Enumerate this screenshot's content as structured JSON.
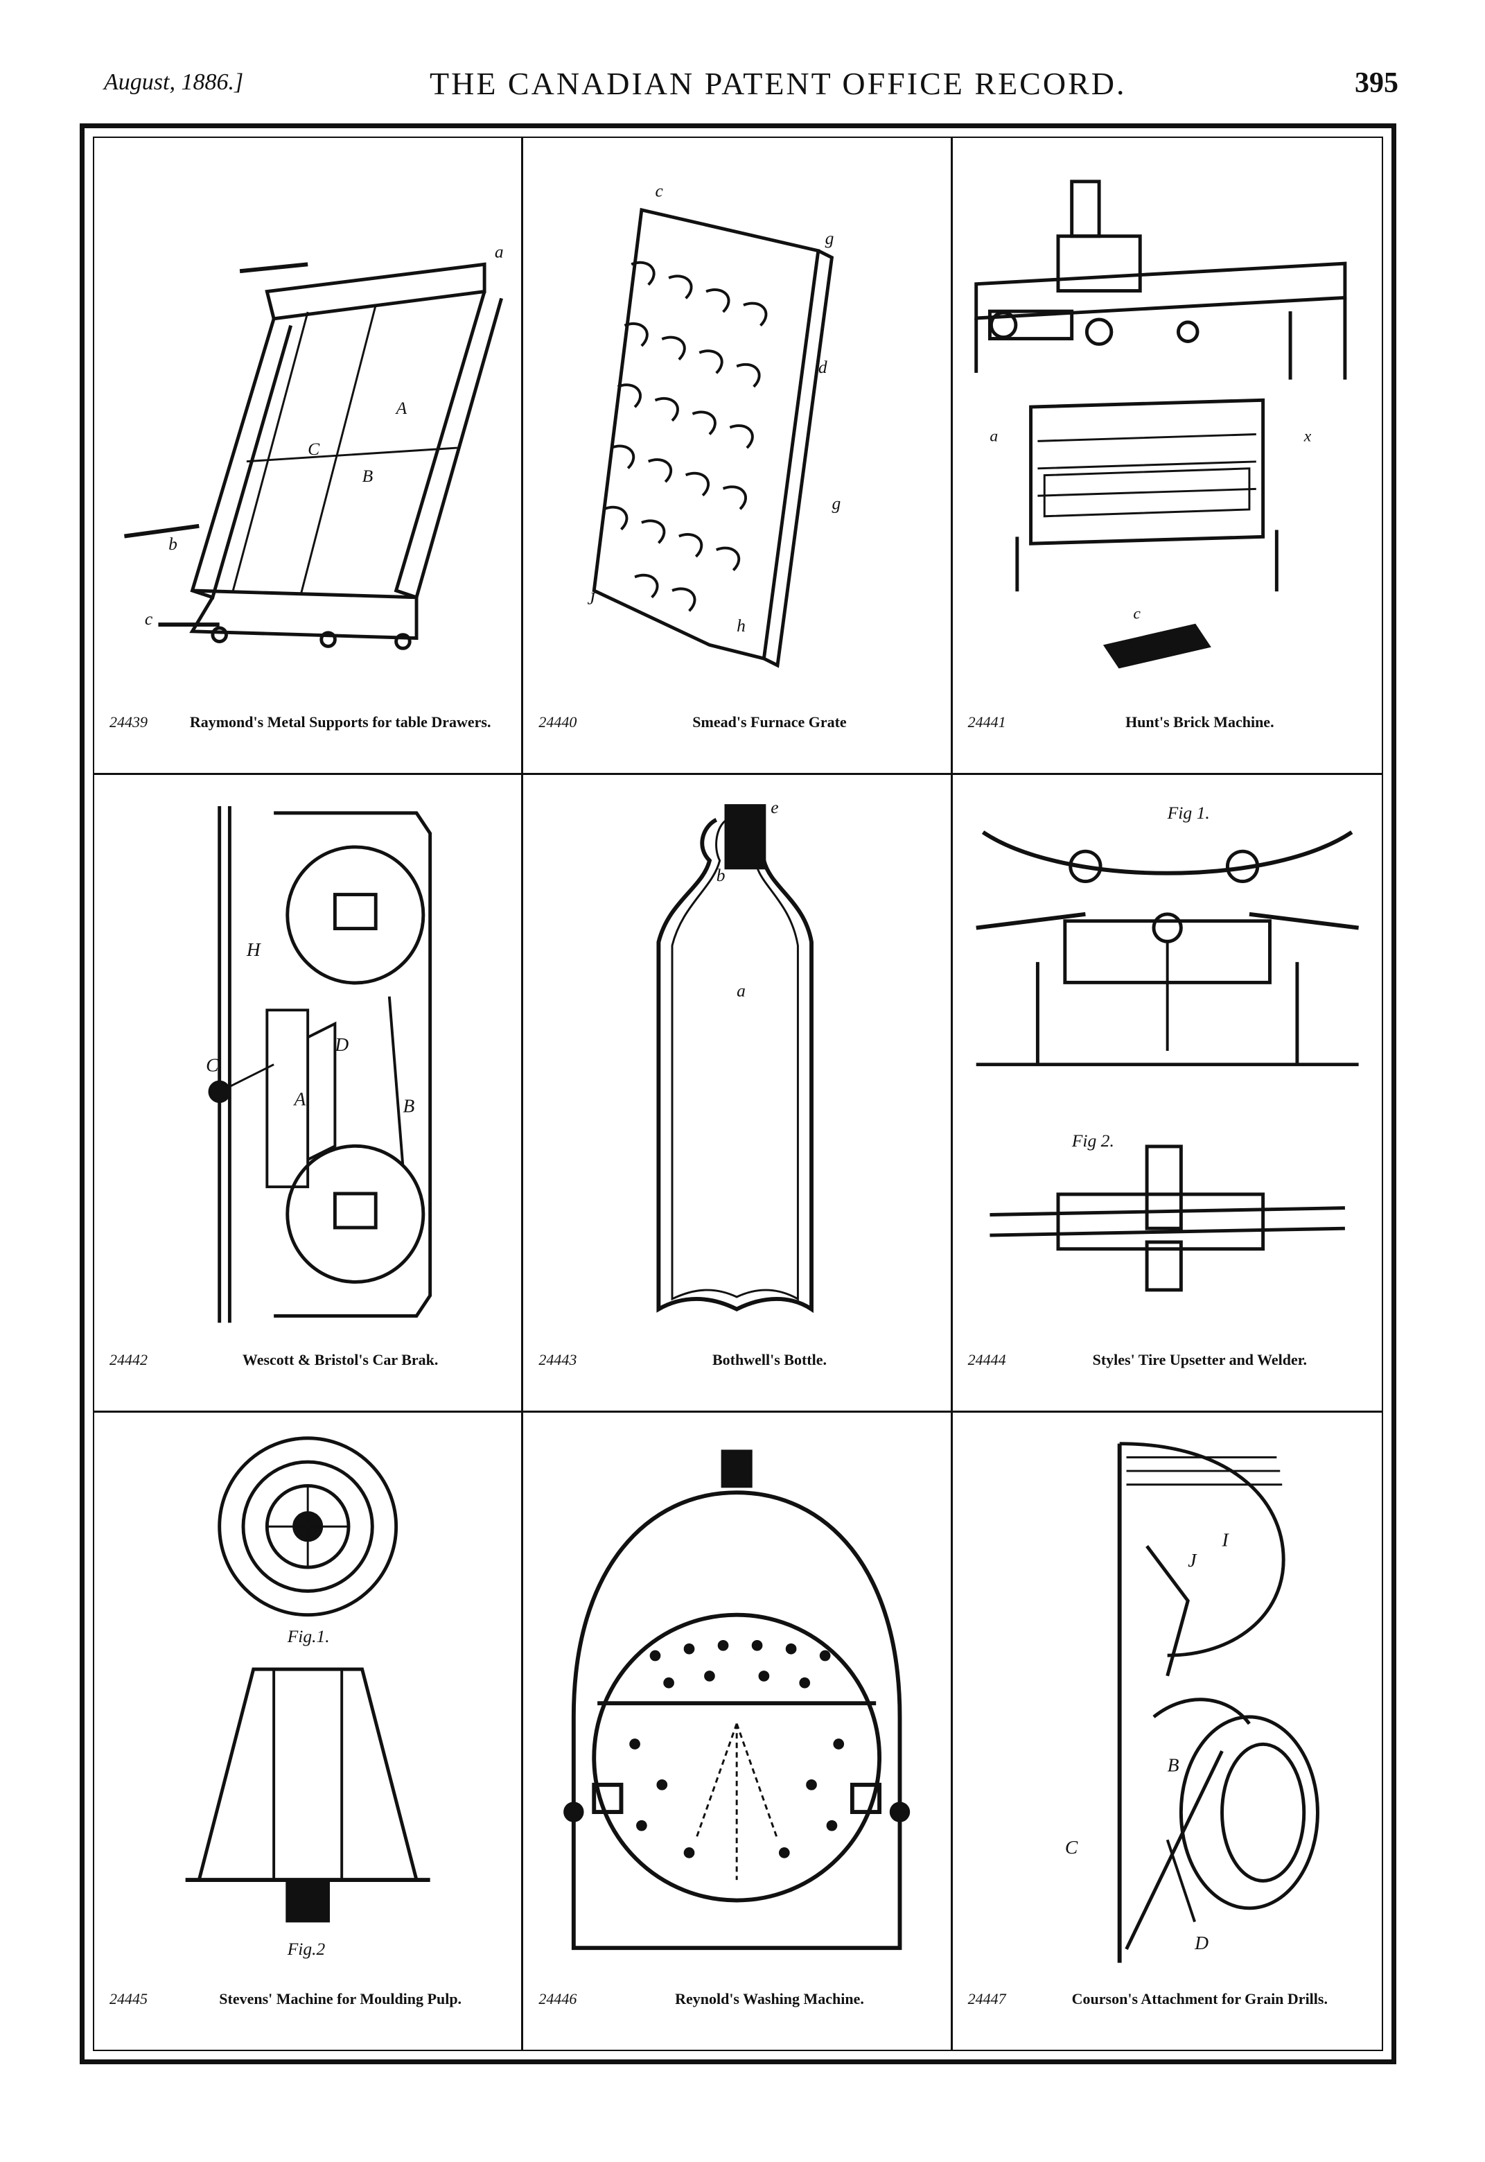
{
  "header": {
    "date": "August, 1886.]",
    "title": "THE CANADIAN PATENT OFFICE RECORD.",
    "page_number": "395"
  },
  "patents": [
    {
      "number": "24439",
      "title": "Raymond's Metal Supports for table Drawers."
    },
    {
      "number": "24440",
      "title": "Smead's Furnace Grate"
    },
    {
      "number": "24441",
      "title": "Hunt's Brick Machine."
    },
    {
      "number": "24442",
      "title": "Wescott & Bristol's Car Brak."
    },
    {
      "number": "24443",
      "title": "Bothwell's Bottle."
    },
    {
      "number": "24444",
      "title": "Styles' Tire Upsetter and Welder."
    },
    {
      "number": "24445",
      "title": "Stevens' Machine for Moulding Pulp."
    },
    {
      "number": "24446",
      "title": "Reynold's Washing Machine."
    },
    {
      "number": "24447",
      "title": "Courson's Attachment for Grain Drills."
    }
  ],
  "figure_labels": {
    "styles_fig1": "Fig 1.",
    "styles_fig2": "Fig 2.",
    "stevens_fig1": "Fig.1.",
    "stevens_fig2": "Fig.2"
  }
}
